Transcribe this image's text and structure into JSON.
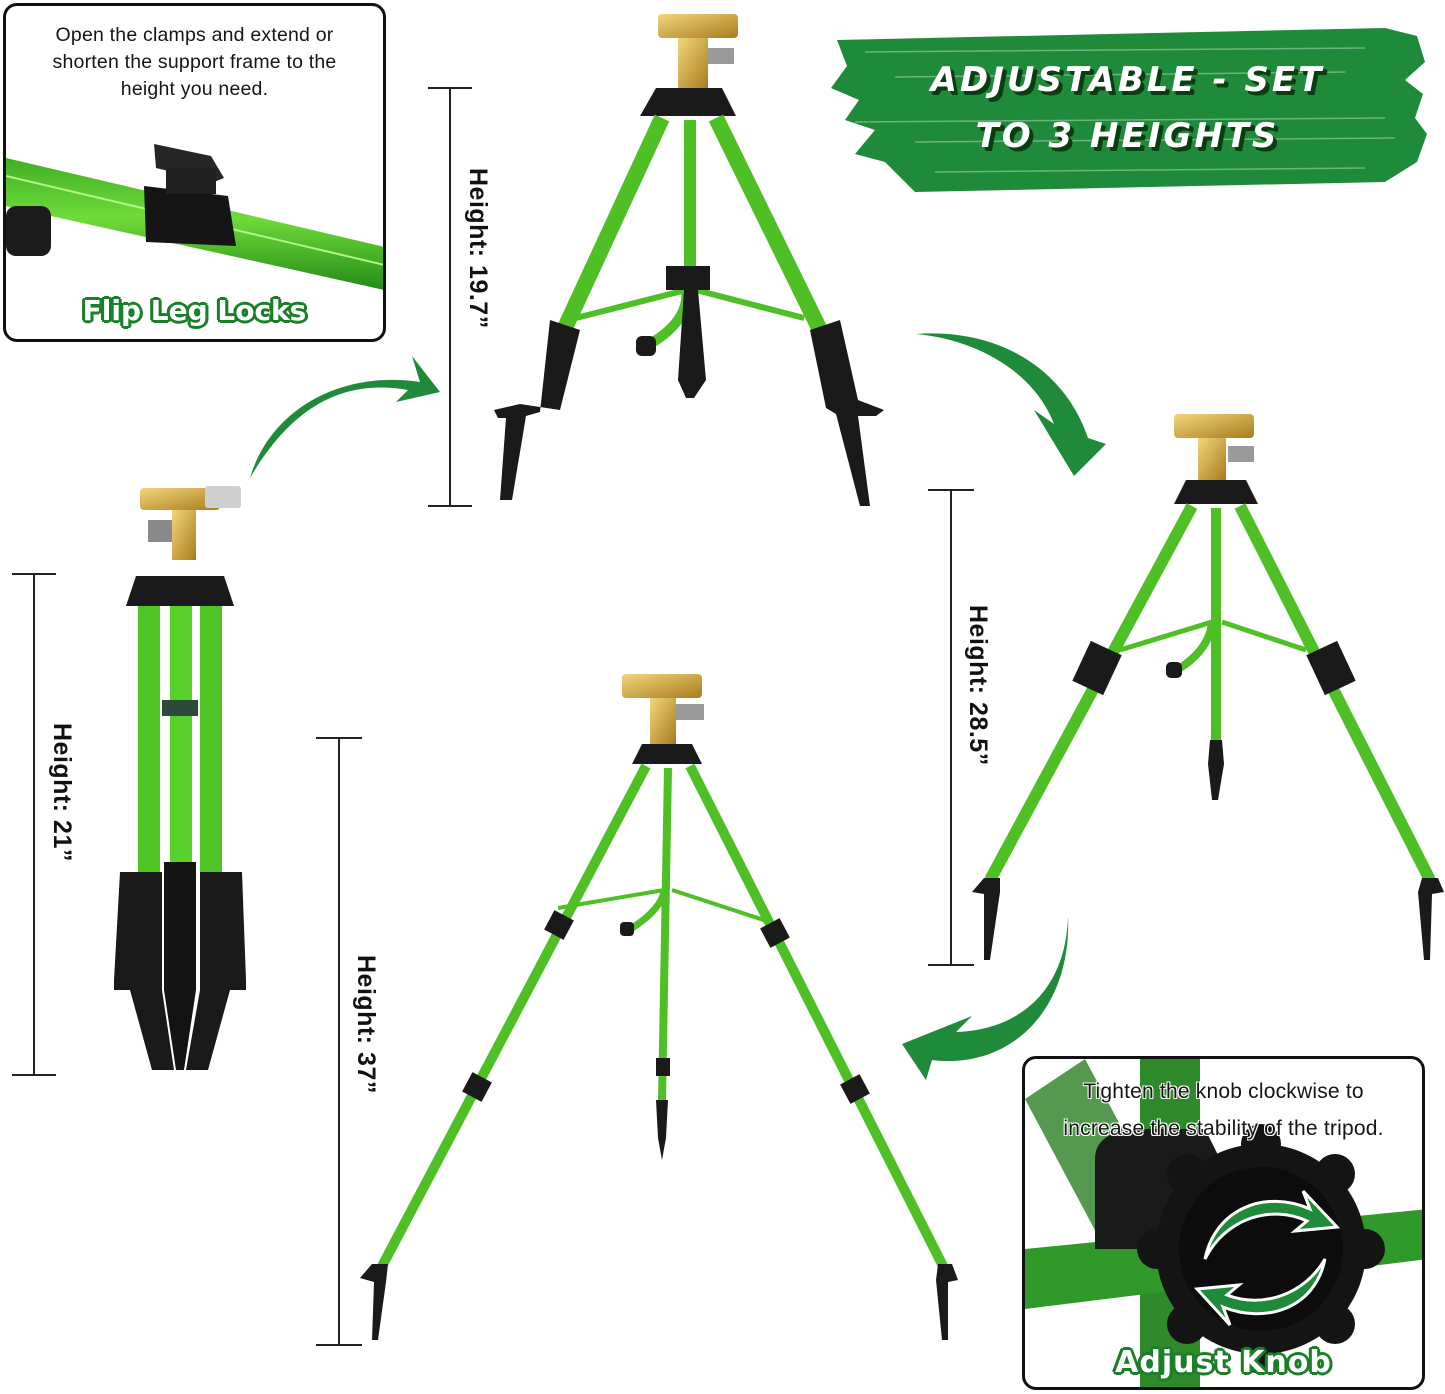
{
  "banner": {
    "line1": "ADJUSTABLE - SET",
    "line2": "TO 3 HEIGHTS",
    "color": "#1e8a3a"
  },
  "callouts": {
    "flip_leg_locks": {
      "description_lines": [
        "Open the clamps and extend or",
        "shorten the support frame to the",
        "height you need."
      ],
      "label": "Flip Leg Locks"
    },
    "adjust_knob": {
      "description_lines": [
        "Tighten the knob clockwise to",
        "increase the stability of the tripod."
      ],
      "label": "Adjust Knob"
    }
  },
  "tripods": [
    {
      "id": "folded",
      "height_label": "Height: 21”"
    },
    {
      "id": "low",
      "height_label": "Height: 19.7”"
    },
    {
      "id": "medium",
      "height_label": "Height: 28.5”"
    },
    {
      "id": "high",
      "height_label": "Height: 37”"
    }
  ],
  "colors": {
    "tube_green": "#5cc42a",
    "tube_dark": "#2f7a12",
    "accent_green": "#1e8a3a",
    "brass": "#d4a83a",
    "plastic_black": "#1a1a1a"
  }
}
